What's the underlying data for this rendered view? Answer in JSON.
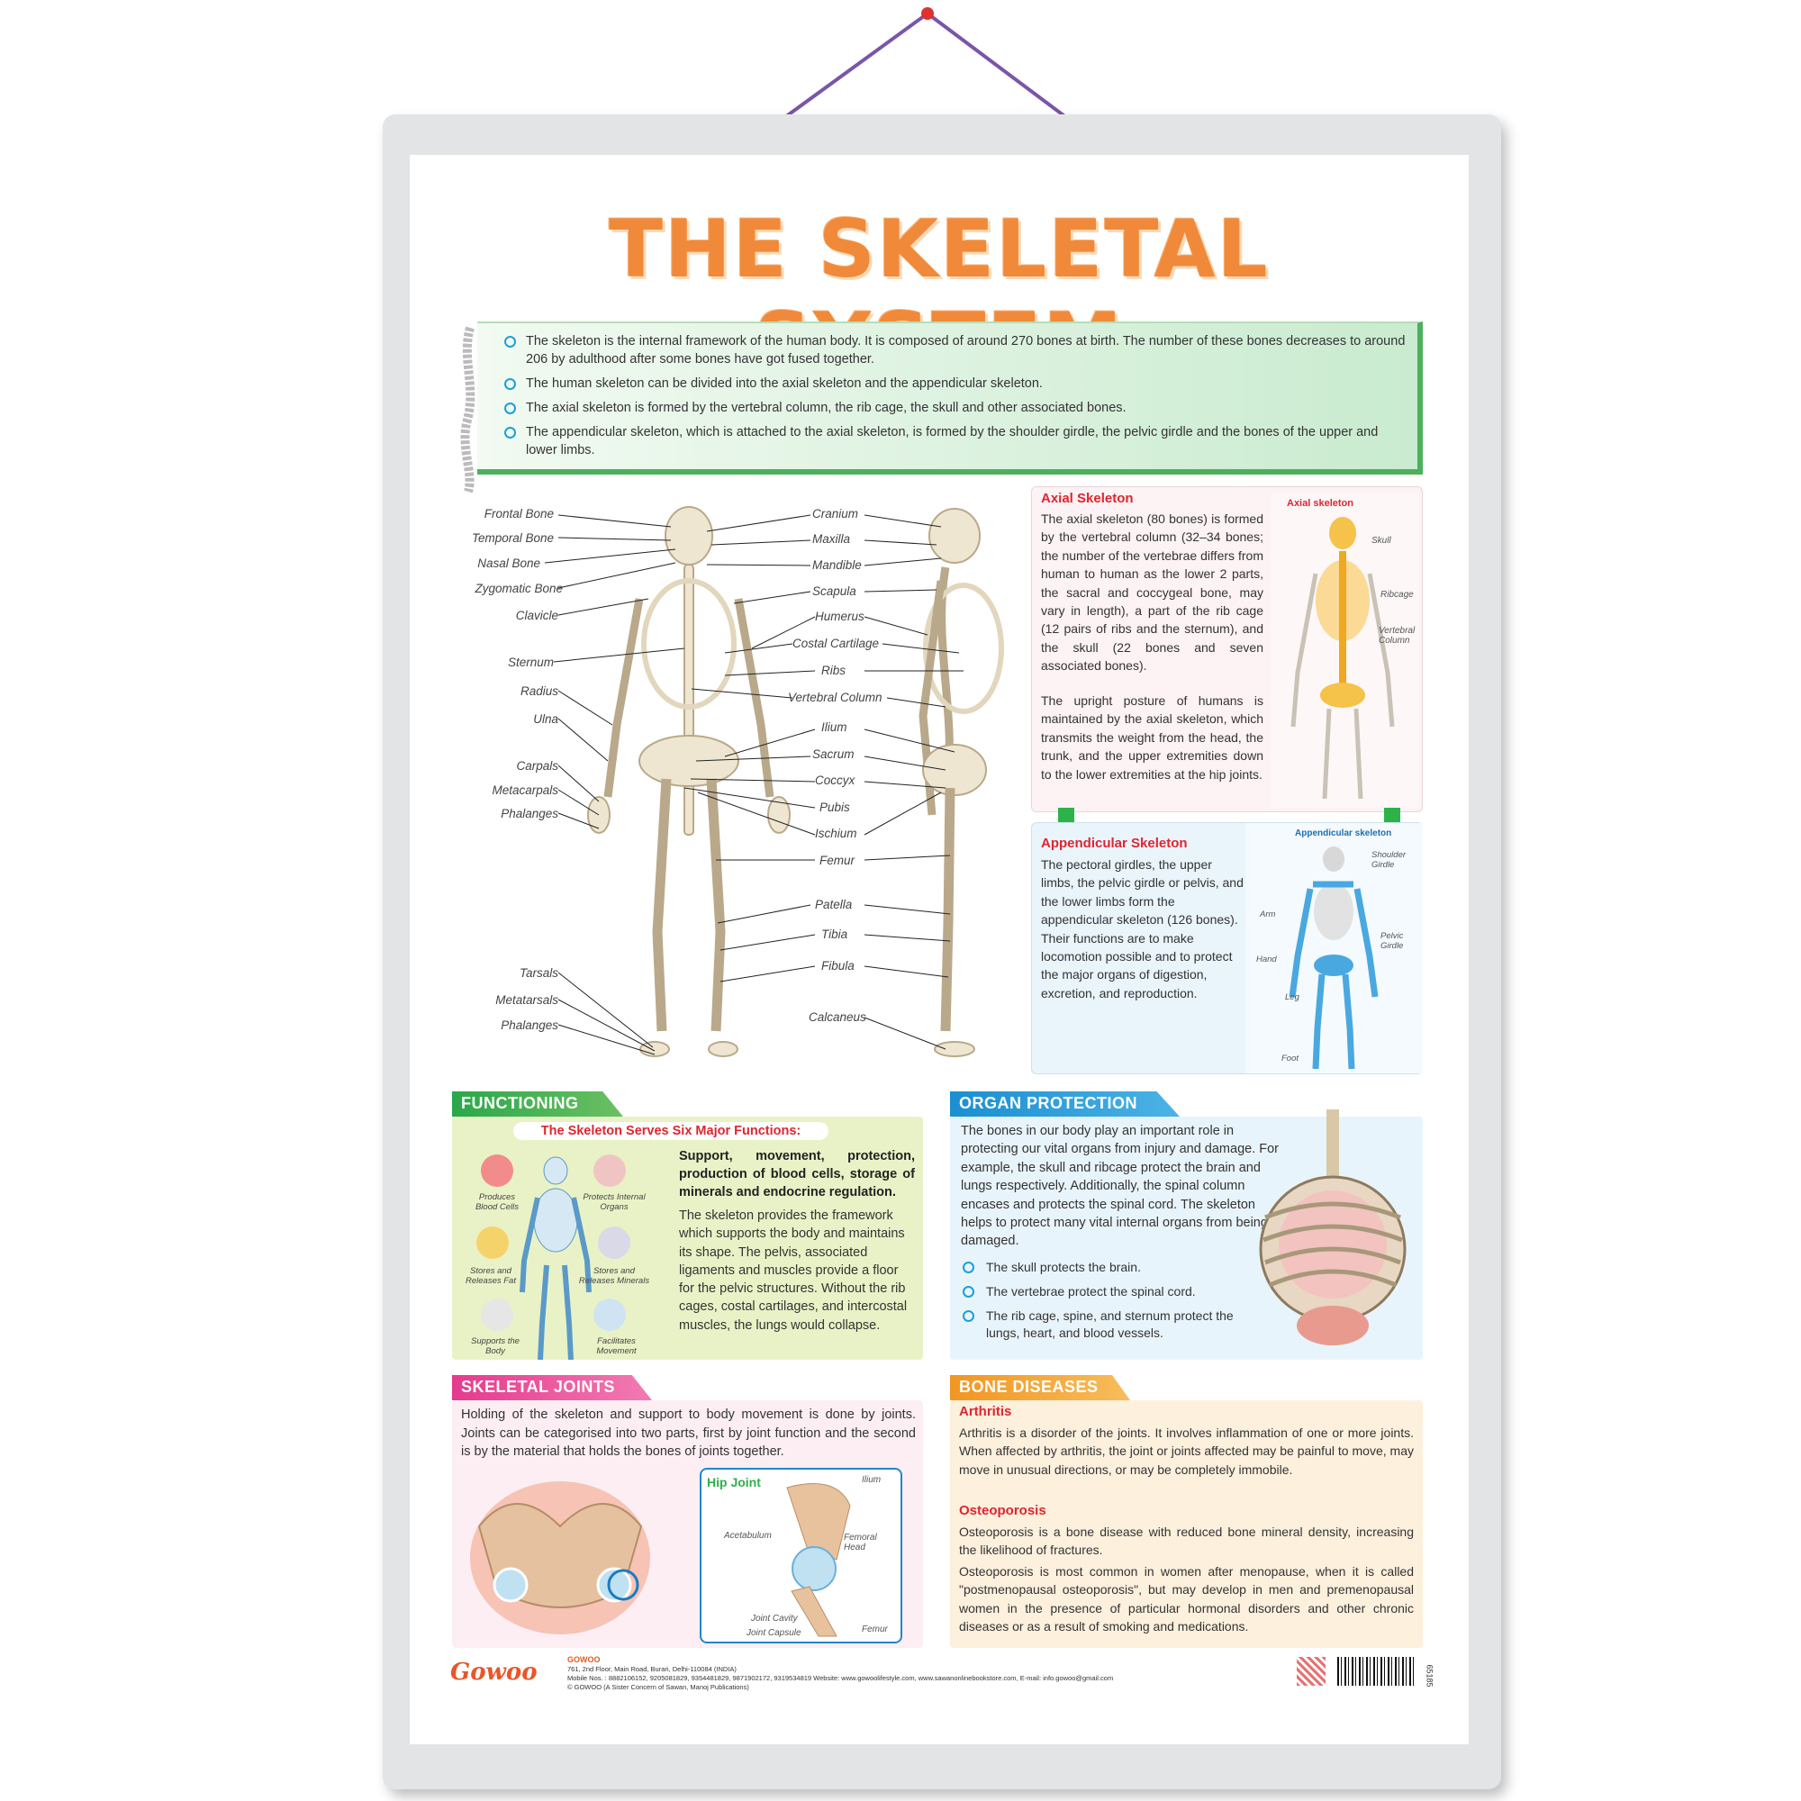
{
  "title": "THE SKELETAL SYSTEM",
  "intro": [
    "The skeleton is the internal framework of the human body. It is composed of around 270 bones at birth. The number of these bones decreases to around 206 by adulthood after some bones have got fused together.",
    "The human skeleton can be divided into the axial skeleton and the appendicular skeleton.",
    "The axial skeleton is formed by the vertebral column, the rib cage, the skull and other associated bones.",
    "The appendicular skeleton, which is attached to the axial skeleton, is formed by the shoulder girdle, the pelvic girdle and the bones of the upper and lower limbs."
  ],
  "diagram": {
    "left_labels": [
      "Frontal Bone",
      "Temporal Bone",
      "Nasal Bone",
      "Zygomatic Bone",
      "Clavicle",
      "Sternum",
      "Radius",
      "Ulna",
      "Carpals",
      "Metacarpals",
      "Phalanges",
      "Tarsals",
      "Metatarsals",
      "Phalanges"
    ],
    "center_labels": [
      "Cranium",
      "Maxilla",
      "Mandible",
      "Scapula",
      "Humerus",
      "Costal Cartilage",
      "Ribs",
      "Vertebral Column",
      "Ilium",
      "Sacrum",
      "Coccyx",
      "Pubis",
      "Ischium",
      "Femur",
      "Patella",
      "Tibia",
      "Fibula",
      "Calcaneus"
    ]
  },
  "axial": {
    "heading": "Axial Skeleton",
    "p1": "The axial skeleton (80 bones) is formed by the vertebral column (32–34 bones; the number of the vertebrae differs from human to human as the lower 2 parts, the sacral and coccygeal bone, may vary in length), a part of the rib cage (12 pairs of ribs and the sternum), and the skull (22 bones and seven associated bones).",
    "p2": "The upright posture of humans is maintained by the axial skeleton, which transmits the weight from the head, the trunk, and the upper extremities down to the lower extremities at the hip joints.",
    "fig_title": "Axial skeleton",
    "fig_labels": [
      "Skull",
      "Ribcage",
      "Vertebral Column"
    ]
  },
  "appendicular": {
    "heading": "Appendicular Skeleton",
    "p1": "The pectoral girdles, the upper limbs, the pelvic girdle or pelvis, and the lower limbs form the appendicular skeleton (126 bones). Their functions are to make locomotion possible and to protect the major organs of digestion, excretion, and reproduction.",
    "fig_title": "Appendicular skeleton",
    "fig_labels": [
      "Shoulder Girdle",
      "Arm",
      "Hand",
      "Pelvic Girdle",
      "Leg",
      "Foot"
    ]
  },
  "functioning": {
    "tab": "FUNCTIONING",
    "subhead": "The Skeleton Serves Six Major Functions:",
    "bold": "Support, movement, protection, production of blood cells, storage of minerals and endocrine regulation.",
    "text": "The skeleton provides the framework which supports the body and maintains its shape. The pelvis, associated ligaments and muscles provide a floor for the pelvic structures. Without the rib cages, costal cartilages, and intercostal muscles, the lungs would collapse.",
    "icons": [
      "Produces Blood Cells",
      "Protects Internal Organs",
      "Stores and Releases Fat",
      "Stores and Releases Minerals",
      "Supports the Body",
      "Facilitates Movement"
    ]
  },
  "organ": {
    "tab": "ORGAN PROTECTION",
    "text": "The bones in our body play an important role in protecting our vital organs from injury and damage. For example, the skull and ribcage protect the brain and lungs respectively. Additionally, the spinal column encases and protects the spinal cord. The skeleton helps to protect many vital internal organs from being damaged.",
    "bullets": [
      "The skull protects the brain.",
      "The vertebrae protect the spinal cord.",
      "The rib cage, spine, and sternum protect the lungs, heart, and blood vessels."
    ]
  },
  "joints": {
    "tab": "SKELETAL JOINTS",
    "text": "Holding of the skeleton and support to body movement is done by joints. Joints can be categorised into two parts, first by joint function and the second is by the material that holds the bones of joints together.",
    "hip_title": "Hip Joint",
    "hip_labels": [
      "Ilium",
      "Acetabulum",
      "Femoral Head",
      "Joint Cavity",
      "Joint Capsule",
      "Femur"
    ]
  },
  "diseases": {
    "tab": "BONE DISEASES",
    "h1": "Arthritis",
    "p1": "Arthritis is a disorder of the joints. It involves inflammation of one or more joints. When affected by arthritis, the joint or joints affected may be painful to move, may move in unusual directions, or may be completely immobile.",
    "h2": "Osteoporosis",
    "p2": "Osteoporosis is a bone disease with reduced bone mineral density, increasing the likelihood of fractures.",
    "p3": "Osteoporosis is most common in women after menopause, when it is called \"postmenopausal osteoporosis\", but may develop in men and premenopausal women in the presence of particular hormonal disorders and other chronic diseases or as a result of smoking and medications."
  },
  "footer": {
    "brand": "GOWOO",
    "logo": "Gowoo",
    "address": "761, 2nd Floor, Main Road, Burari, Delhi-110084 (INDIA)",
    "contact": "Mobile Nos. : 8882106152, 9205081829, 9354481829, 9871902172, 9319534819  Website: www.gowoolifestyle.com, www.sawanonlinebookstore.com, E-mail: info.gowoo@gmail.com",
    "note": "© GOWOO (A Sister Concern of Sawan, Manoj Publications)",
    "code": "65185"
  },
  "colors": {
    "title": "#f08a3a",
    "green": "#4db05c",
    "blue": "#1ba0d8",
    "pink": "#e84393",
    "orange": "#f4a233",
    "red": "#e02530"
  }
}
